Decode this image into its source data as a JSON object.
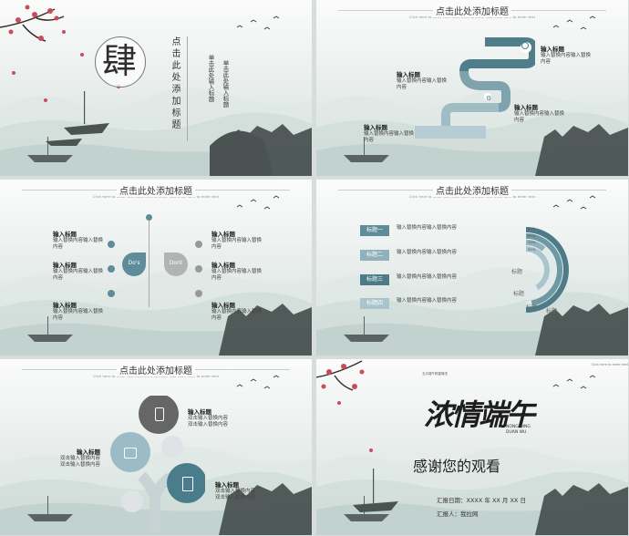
{
  "slide1": {
    "big_char": "肆",
    "title_vertical": "点击此处添加标题",
    "col_a": "单击此处输入标题",
    "col_b": "单击此处输入标题"
  },
  "slide2": {
    "header": "点击此处添加标题",
    "sub": "Click here to enter text     Click here to enter text     Click here to enter text",
    "items": [
      {
        "title": "输入标题",
        "text": "输入替换内容输入替换内容"
      },
      {
        "title": "输入标题",
        "text": "输入替换内容输入替换内容"
      },
      {
        "title": "输入标题",
        "text": "输入替换内容输入替换内容"
      },
      {
        "title": "输入标题",
        "text": "输入替换内容输入替换内容"
      }
    ]
  },
  "slide3": {
    "header": "点击此处添加标题",
    "sub": "Click here to enter text     Click here to enter text     Click here to enter text",
    "dos": "Do's",
    "dont": "Dont",
    "left": [
      {
        "title": "输入标题",
        "text": "输入替换内容输入替换内容"
      },
      {
        "title": "输入标题",
        "text": "输入替换内容输入替换内容"
      },
      {
        "title": "输入标题",
        "text": "输入替换内容输入替换内容"
      }
    ],
    "right": [
      {
        "title": "输入标题",
        "text": "输入替换内容输入替换内容"
      },
      {
        "title": "输入标题",
        "text": "输入替换内容输入替换内容"
      },
      {
        "title": "输入标题",
        "text": "输入替换内容输入替换内容"
      }
    ]
  },
  "slide4": {
    "header": "点击此处添加标题",
    "sub": "Click here to enter text     Click here to enter text     Click here to enter text",
    "rows": [
      {
        "label": "标题一",
        "text": "输入替换内容输入替换内容",
        "color": "#5f8c99"
      },
      {
        "label": "标题二",
        "text": "输入替换内容输入替换内容",
        "color": "#8fb1bb"
      },
      {
        "label": "标题三",
        "text": "输入替换内容输入替换内容",
        "color": "#4d7b88"
      },
      {
        "label": "标题四",
        "text": "输入替换内容输入替换内容",
        "color": "#a9c4cc"
      }
    ],
    "chart_data": {
      "type": "pie",
      "series": [
        {
          "name": "标题",
          "value": 85
        },
        {
          "name": "标题",
          "value": 63
        },
        {
          "name": "标题",
          "value": 15
        },
        {
          "name": "标题",
          "value": 55
        }
      ],
      "percent_labels": [
        "85%",
        "63%",
        "15%",
        "55%"
      ]
    }
  },
  "slide5": {
    "header": "点击此处添加标题",
    "sub": "Click here to enter text     Click here to enter text     Click here to enter text",
    "items": [
      {
        "title": "输入标题",
        "l1": "双击输入替换内容",
        "l2": "双击输入替换内容"
      },
      {
        "title": "输入标题",
        "l1": "双击输入替换内容",
        "l2": "双击输入替换内容"
      },
      {
        "title": "输入标题",
        "l1": "双击输入替换内容",
        "l2": "双击输入替换内容"
      }
    ]
  },
  "slide6": {
    "calligraphy": "浓情端午",
    "pinyin1": "NONG QING",
    "pinyin2": "DUAN WU",
    "stamp_text": "五月端午粽香情浓",
    "thanks": "感谢您的观看",
    "date": "汇报日期：XXXX 年 XX 月 XX 日",
    "reporter": "汇报人：我拉网",
    "sub": "Click here to enter text"
  },
  "colors": {
    "teal": "#5f8c99",
    "teal_light": "#a9c4cc",
    "ink": "#444444",
    "plum": "#d9576a"
  }
}
